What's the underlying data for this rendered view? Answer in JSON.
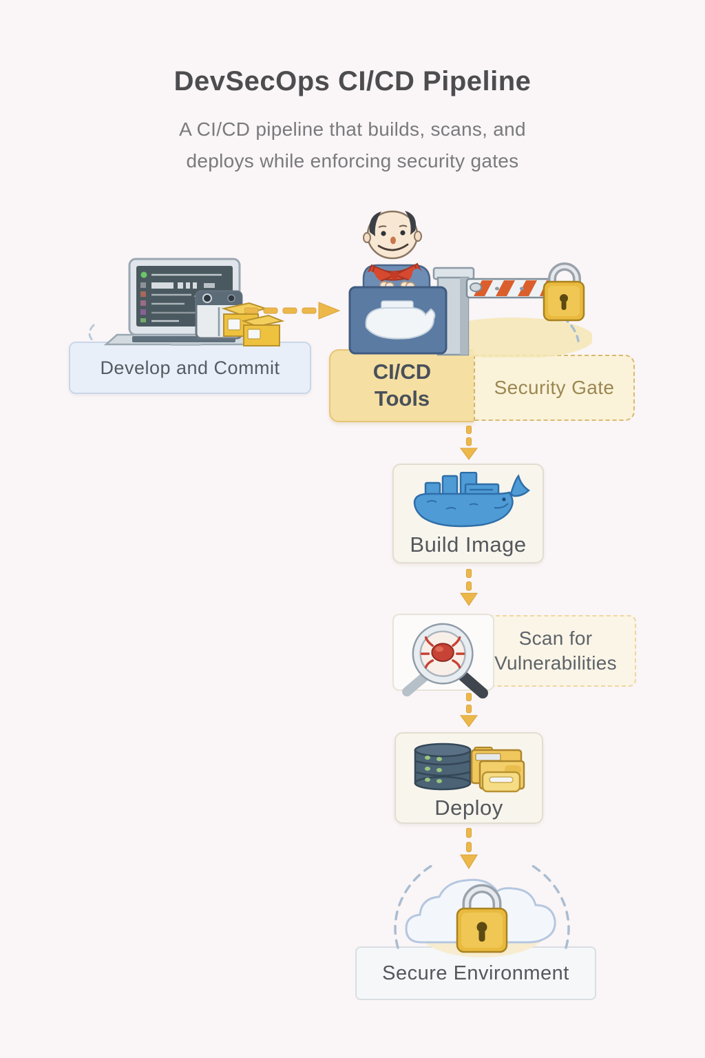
{
  "header": {
    "title": "DevSecOps CI/CD Pipeline",
    "subtitle_line1": "A CI/CD pipeline that builds, scans, and",
    "subtitle_line2": "deploys while enforcing security gates"
  },
  "nodes": {
    "develop": {
      "label": "Develop and Commit",
      "icon": "laptop-with-code-and-commit-packages"
    },
    "cicd_tools": {
      "line1": "CI/CD",
      "line2": "Tools",
      "icon": "jenkins-butler-with-whale-box"
    },
    "security_gate": {
      "label": "Security Gate",
      "icon": "boom-barrier-with-padlock"
    },
    "build_image": {
      "label": "Build Image",
      "icon": "docker-whale"
    },
    "scan": {
      "line1": "Scan for",
      "line2": "Vulnerabilities",
      "icon": "magnifier-with-bug"
    },
    "deploy": {
      "label": "Deploy",
      "icon": "database-stack-with-packages"
    },
    "secure_environment": {
      "label": "Secure Environment",
      "icon": "cloud-with-padlock"
    }
  },
  "flow": [
    {
      "from": "develop",
      "to": "cicd_tools",
      "style": "dashed-yellow-arrow"
    },
    {
      "from": "cicd_tools",
      "to": "build_image",
      "style": "dashed-yellow-arrow"
    },
    {
      "from": "build_image",
      "to": "scan",
      "style": "dashed-yellow-arrow"
    },
    {
      "from": "scan",
      "to": "deploy",
      "style": "dashed-yellow-arrow"
    },
    {
      "from": "deploy",
      "to": "secure_environment",
      "style": "dashed-yellow-arrow"
    }
  ],
  "colors": {
    "background": "#faf5f6",
    "arrow": "#ecb84a",
    "develop_fill": "#e9eff8",
    "develop_border": "#c9d6ea",
    "cicd_fill": "#f5dfa2",
    "gate_fill": "#faf3da",
    "gate_border": "#d8b96f",
    "gate_text": "#9b8751",
    "card_fill": "#f8f5ed",
    "title_text": "#4d4d4f",
    "subtitle_text": "#797a7c",
    "label_text": "#54575b",
    "lock_gold": "#e9ba3e",
    "docker_blue": "#4f9bd6",
    "barrier_stripe": "#da5f2c"
  }
}
